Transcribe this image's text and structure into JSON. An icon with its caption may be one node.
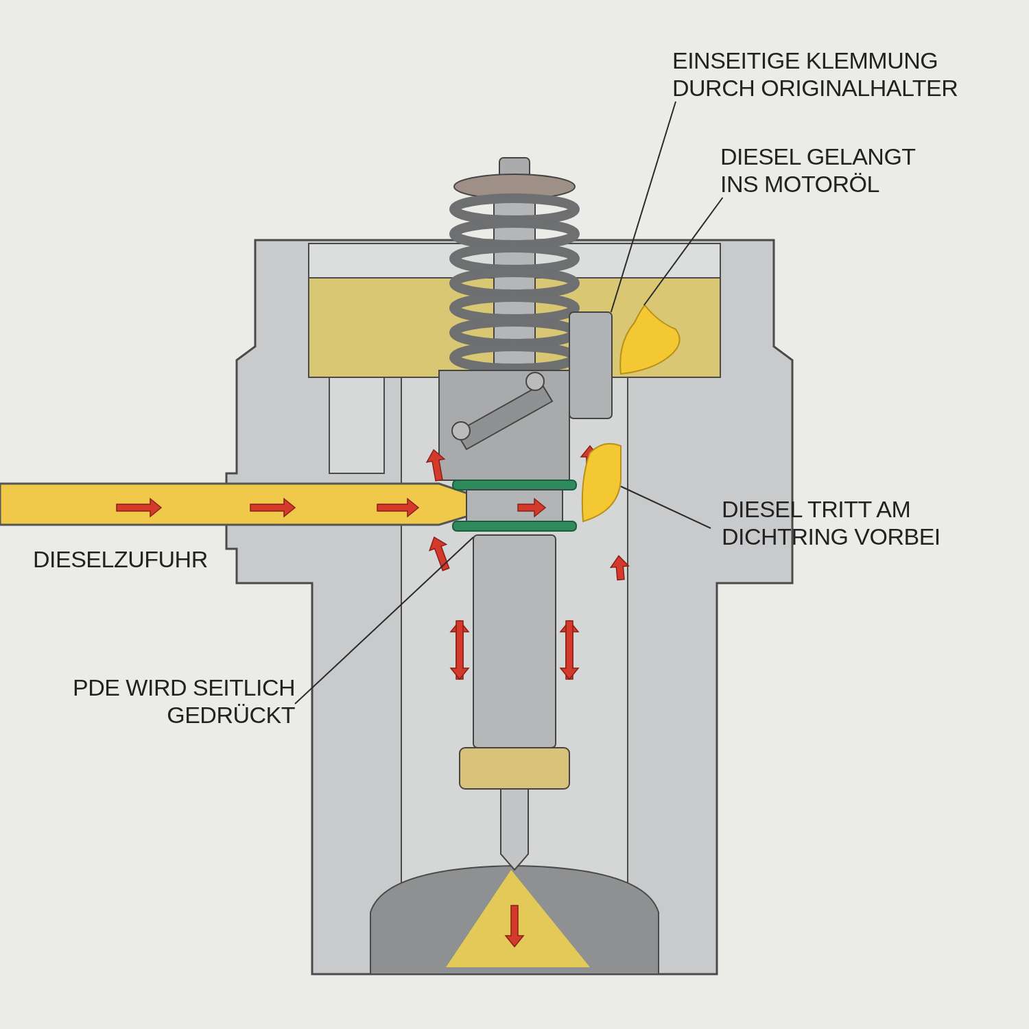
{
  "diagram": {
    "nodes": [
      {
        "text": [
          "EINSEITIGE KLEMMUNG DURCH ORIGINALHALTER"
        ]
      },
      {
        "text": [],
        "shape": "box"
      },
      {
        "text": [
          "DIESEL GELANGT INS MOTORÖL"
        ]
      },
      {
        "text": [],
        "shape": "picture"
      },
      {
        "text": [
          "DIESEL TRITT AM DICHTRING VORBEI"
        ]
      },
      {
        "text": [],
        "shape": "picture"
      },
      {
        "text": [
          "PDE WIRD SEITLICH GEDRÜCKT"
        ]
      },
      {
        "text": [],
        "shape": "box"
      }
    ],
    "edges": [
      {
        "from": 0,
        "to": 1,
        "arrow": "none"
      },
      {
        "from": 2,
        "to": 3,
        "arrow": "none"
      },
      {
        "from": 4,
        "to": 5,
        "arrow": "none"
      },
      {
        "from": 6,
        "to": 7,
        "arrow": "none"
      }
    ],
    "labels": [
      "DIESELZUFUHR"
    ]
  }
}
